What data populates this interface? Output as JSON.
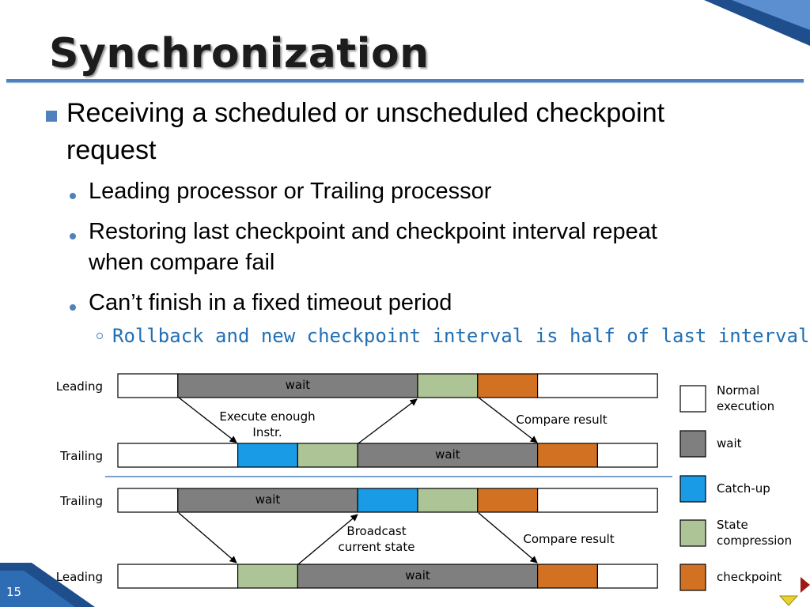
{
  "slide": {
    "title": "Synchronization",
    "page_number": "15",
    "colors": {
      "accent": "#4f81bd",
      "normal": "#ffffff",
      "wait": "#7f7f7f",
      "catch_up": "#1a9be6",
      "state_compression": "#adc596",
      "checkpoint": "#d37122"
    }
  },
  "bullets": [
    {
      "level": 1,
      "lines": [
        "Receiving a scheduled or unscheduled checkpoint",
        "request"
      ]
    },
    {
      "level": 2,
      "lines": [
        "Leading processor or Trailing processor"
      ]
    },
    {
      "level": 2,
      "lines": [
        "Restoring last checkpoint and checkpoint interval repeat",
        "when compare fail"
      ]
    },
    {
      "level": 2,
      "lines": [
        "Can’t finish in a fixed timeout period"
      ]
    },
    {
      "level": 3,
      "lines": [
        "Rollback and new checkpoint interval is half of last interval"
      ]
    }
  ],
  "diagram": {
    "rows": [
      {
        "label": "Leading",
        "segments": [
          {
            "span": 1,
            "kind": "normal"
          },
          {
            "span": 4,
            "kind": "wait",
            "label": "wait"
          },
          {
            "span": 1,
            "kind": "state_compression"
          },
          {
            "span": 1,
            "kind": "checkpoint"
          },
          {
            "span": 2,
            "kind": "normal"
          }
        ]
      },
      {
        "label": "Trailing",
        "segments": [
          {
            "span": 2,
            "kind": "normal"
          },
          {
            "span": 1,
            "kind": "catch_up"
          },
          {
            "span": 1,
            "kind": "state_compression"
          },
          {
            "span": 3,
            "kind": "wait",
            "label": "wait"
          },
          {
            "span": 1,
            "kind": "checkpoint"
          },
          {
            "span": 1,
            "kind": "normal"
          }
        ]
      },
      {
        "label": "Trailing",
        "segments": [
          {
            "span": 1,
            "kind": "normal"
          },
          {
            "span": 3,
            "kind": "wait",
            "label": "wait"
          },
          {
            "span": 1,
            "kind": "catch_up"
          },
          {
            "span": 1,
            "kind": "state_compression"
          },
          {
            "span": 1,
            "kind": "checkpoint"
          },
          {
            "span": 2,
            "kind": "normal"
          }
        ]
      },
      {
        "label": "Leading",
        "segments": [
          {
            "span": 2,
            "kind": "normal"
          },
          {
            "span": 1,
            "kind": "state_compression"
          },
          {
            "span": 4,
            "kind": "wait",
            "label": "wait"
          },
          {
            "span": 1,
            "kind": "checkpoint"
          },
          {
            "span": 1,
            "kind": "normal"
          }
        ]
      }
    ],
    "annotations": [
      {
        "lines": [
          "Execute enough",
          "Instr."
        ]
      },
      {
        "lines": [
          "Compare result"
        ]
      },
      {
        "lines": [
          "Broadcast",
          "current state"
        ]
      },
      {
        "lines": [
          "Compare result"
        ]
      }
    ],
    "legend": [
      {
        "kind": "normal",
        "lines": [
          "Normal",
          "execution"
        ]
      },
      {
        "kind": "wait",
        "lines": [
          "wait"
        ]
      },
      {
        "kind": "catch_up",
        "lines": [
          "Catch-up"
        ]
      },
      {
        "kind": "state_compression",
        "lines": [
          "State",
          "compression"
        ]
      },
      {
        "kind": "checkpoint",
        "lines": [
          "checkpoint"
        ]
      }
    ]
  }
}
